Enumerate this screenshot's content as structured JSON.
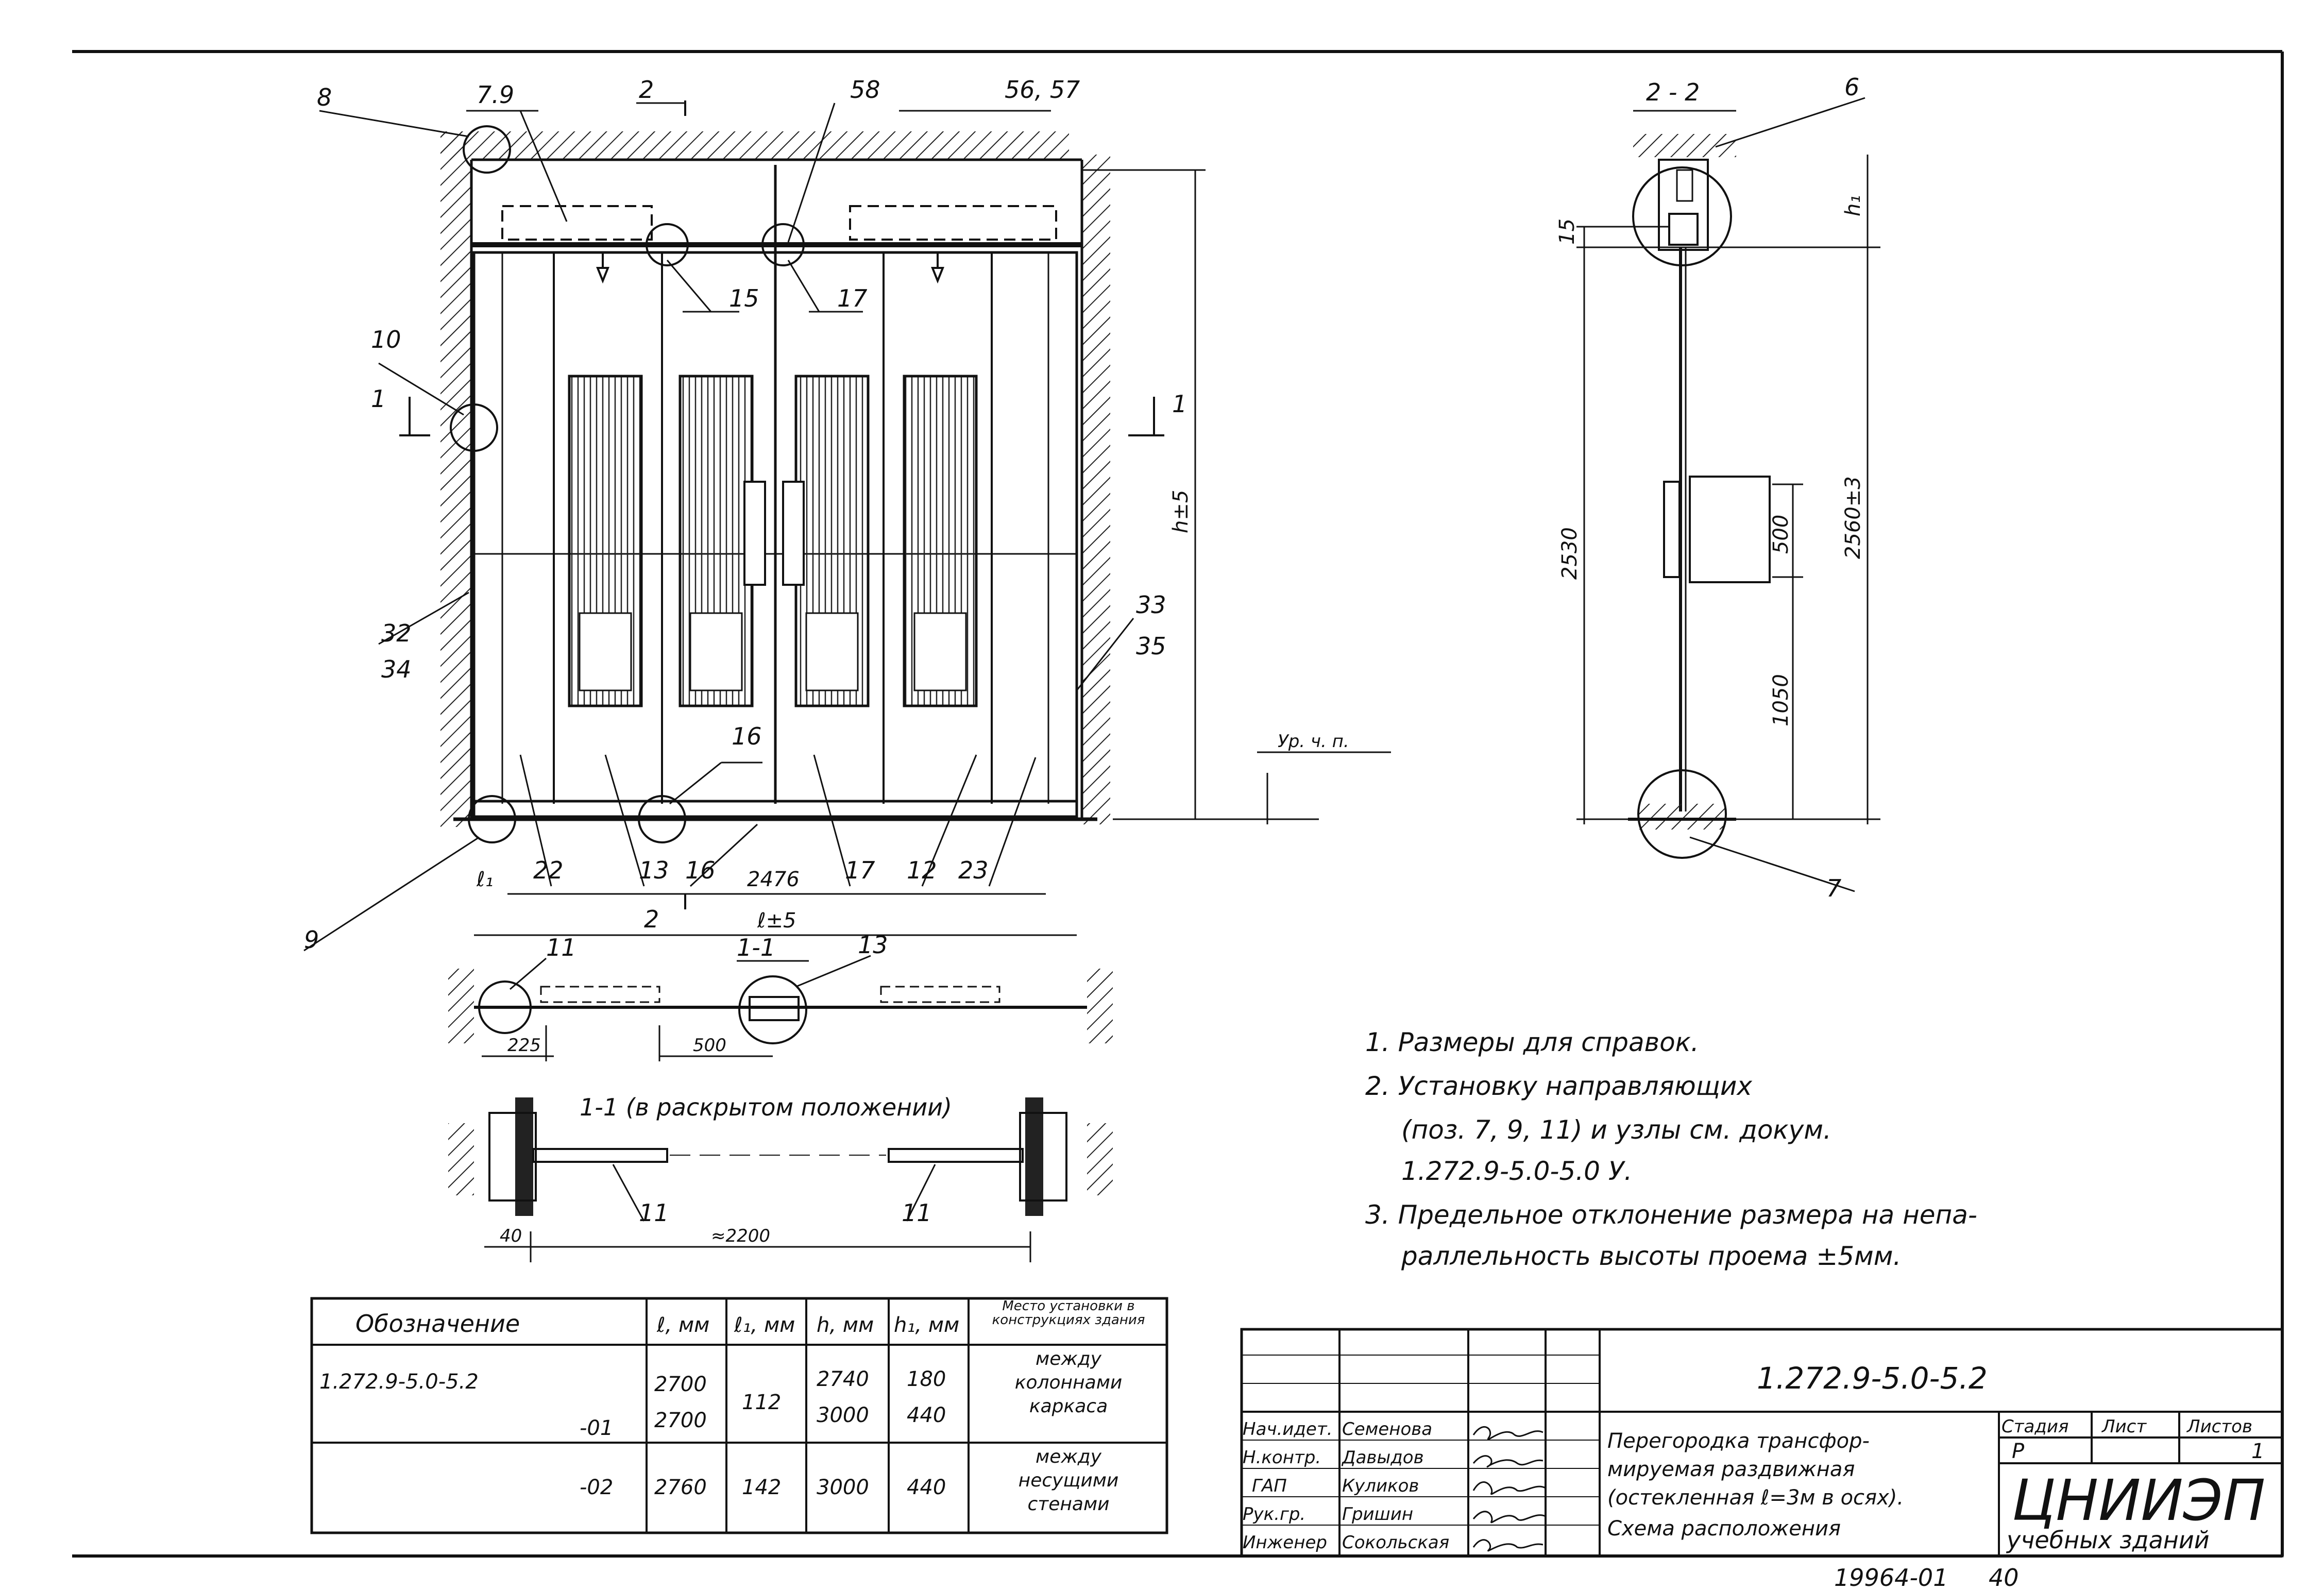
{
  "callouts": {
    "c8": "8",
    "c79": "7.9",
    "c2top": "2",
    "c58": "58",
    "c5657": "56, 57",
    "c15": "15",
    "c17": "17",
    "c10": "10",
    "c1left": "1",
    "c1right": "1",
    "c32": "32",
    "c34": "34",
    "c33": "33",
    "c35": "35",
    "c16a": "16",
    "c22": "22",
    "c13": "13",
    "c16b": "16",
    "c17b": "17",
    "c12": "12",
    "c23": "23",
    "c9": "9",
    "c2bot": "2",
    "c6": "6",
    "c7": "7",
    "c11a": "11",
    "c13b": "13",
    "c11b": "11",
    "c11c": "11"
  },
  "dims": {
    "l1": "ℓ₁",
    "d2476": "2476",
    "lpm5": "ℓ±5",
    "hpm5": "h±5",
    "ur": "Ур. ч. п.",
    "d15": "15",
    "h1": "h₁",
    "d2530": "2530",
    "d500v": "500",
    "d1050": "1050",
    "d2560": "2560±3",
    "d225": "225",
    "d500": "500",
    "d40": "40",
    "d2200": "≈2200"
  },
  "sections": {
    "s22": "2 - 2",
    "s11": "1-1",
    "s11open": "1-1 (в раскрытом положении)"
  },
  "notes": [
    "1.  Размеры  для  справок.",
    "2.  Установку  направляющих",
    "(поз. 7, 9, 11)  и узлы см. докум.",
    "1.272.9-5.0-5.0 У.",
    "3.  Предельное отклонение размера на непа-",
    "раллельность высоты проема ±5мм."
  ],
  "spec_table": {
    "headers": [
      "Обозначение",
      "ℓ, мм",
      "ℓ₁, мм",
      "h, мм",
      "h₁, мм",
      "Место установки в конструкциях здания"
    ],
    "rows": [
      {
        "designation": "1.272.9-5.0-5.2",
        "l": "2700",
        "l1": "112",
        "h": "2740",
        "h1": "180",
        "place": "между колоннами каркаса"
      },
      {
        "designation": "-01",
        "l": "2700",
        "h": "3000",
        "h1": "440"
      },
      {
        "designation": "-02",
        "l": "2760",
        "l1": "142",
        "h": "3000",
        "h1": "440",
        "place": "между несущими стенами"
      }
    ]
  },
  "title_block": {
    "doc_code": "1.272.9-5.0-5.2",
    "title_lines": [
      "Перегородка трансфор-",
      "мируемая раздвижная",
      "(остекленная ℓ=3м в осях).",
      "Схема расположения"
    ],
    "roles": [
      "Нач.идет.",
      "Н.контр.",
      "ГАП",
      "Рук.гр.",
      "Инженер"
    ],
    "names": [
      "Семенова",
      "Давыдов",
      "Куликов",
      "Гришин",
      "Сокольская"
    ],
    "signatures": [
      "Сем",
      "Дав",
      "Кул",
      "Гриш",
      "Сок"
    ],
    "stage_label": "Стадия",
    "sheet_label": "Лист",
    "sheets_label": "Листов",
    "stage": "Р",
    "sheets": "1",
    "org": "ЦНИИЭП",
    "org_sub": "учебных зданий"
  },
  "footer": {
    "archive": "19964-01",
    "page": "40"
  }
}
